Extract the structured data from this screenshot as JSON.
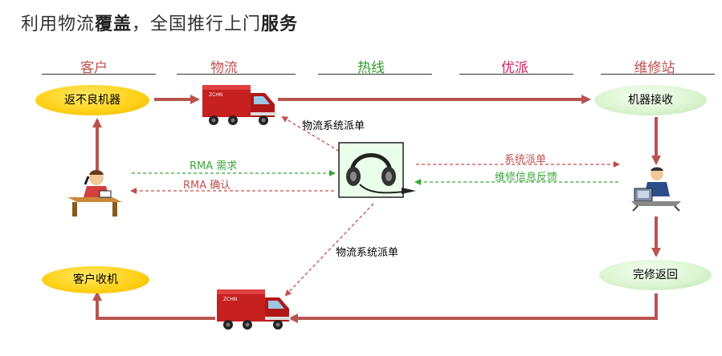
{
  "title": {
    "part1": "利用物流",
    "part2": "覆盖",
    "part3": "，全国推行上门",
    "part4": "服务"
  },
  "columns": [
    {
      "label": "客户",
      "color": "#c0504d"
    },
    {
      "label": "物流",
      "color": "#c0504d"
    },
    {
      "label": "热线",
      "color": "#2e9a2e"
    },
    {
      "label": "优派",
      "color": "#d21f5c"
    },
    {
      "label": "维修站",
      "color": "#c0504d"
    }
  ],
  "nodes": {
    "defective": "返不良机器",
    "receive": "机器接收",
    "complete_return": "完修返回",
    "customer_receive": "客户收机"
  },
  "labels": {
    "dispatch_top": "物流系统派单",
    "dispatch_bottom": "物流系统派单",
    "rma_request": "RMA 需求",
    "rma_confirm": "RMA 确认",
    "system_dispatch": "系统派单",
    "repair_feedback": "维修信息反馈"
  },
  "colors": {
    "arrow_red": "#b85450",
    "dash_green": "#3aa63a",
    "dash_red": "#c0504d",
    "truck_red": "#c62020"
  },
  "icons": [
    "truck-icon",
    "headset-icon",
    "customer-phone-icon",
    "technician-icon"
  ]
}
